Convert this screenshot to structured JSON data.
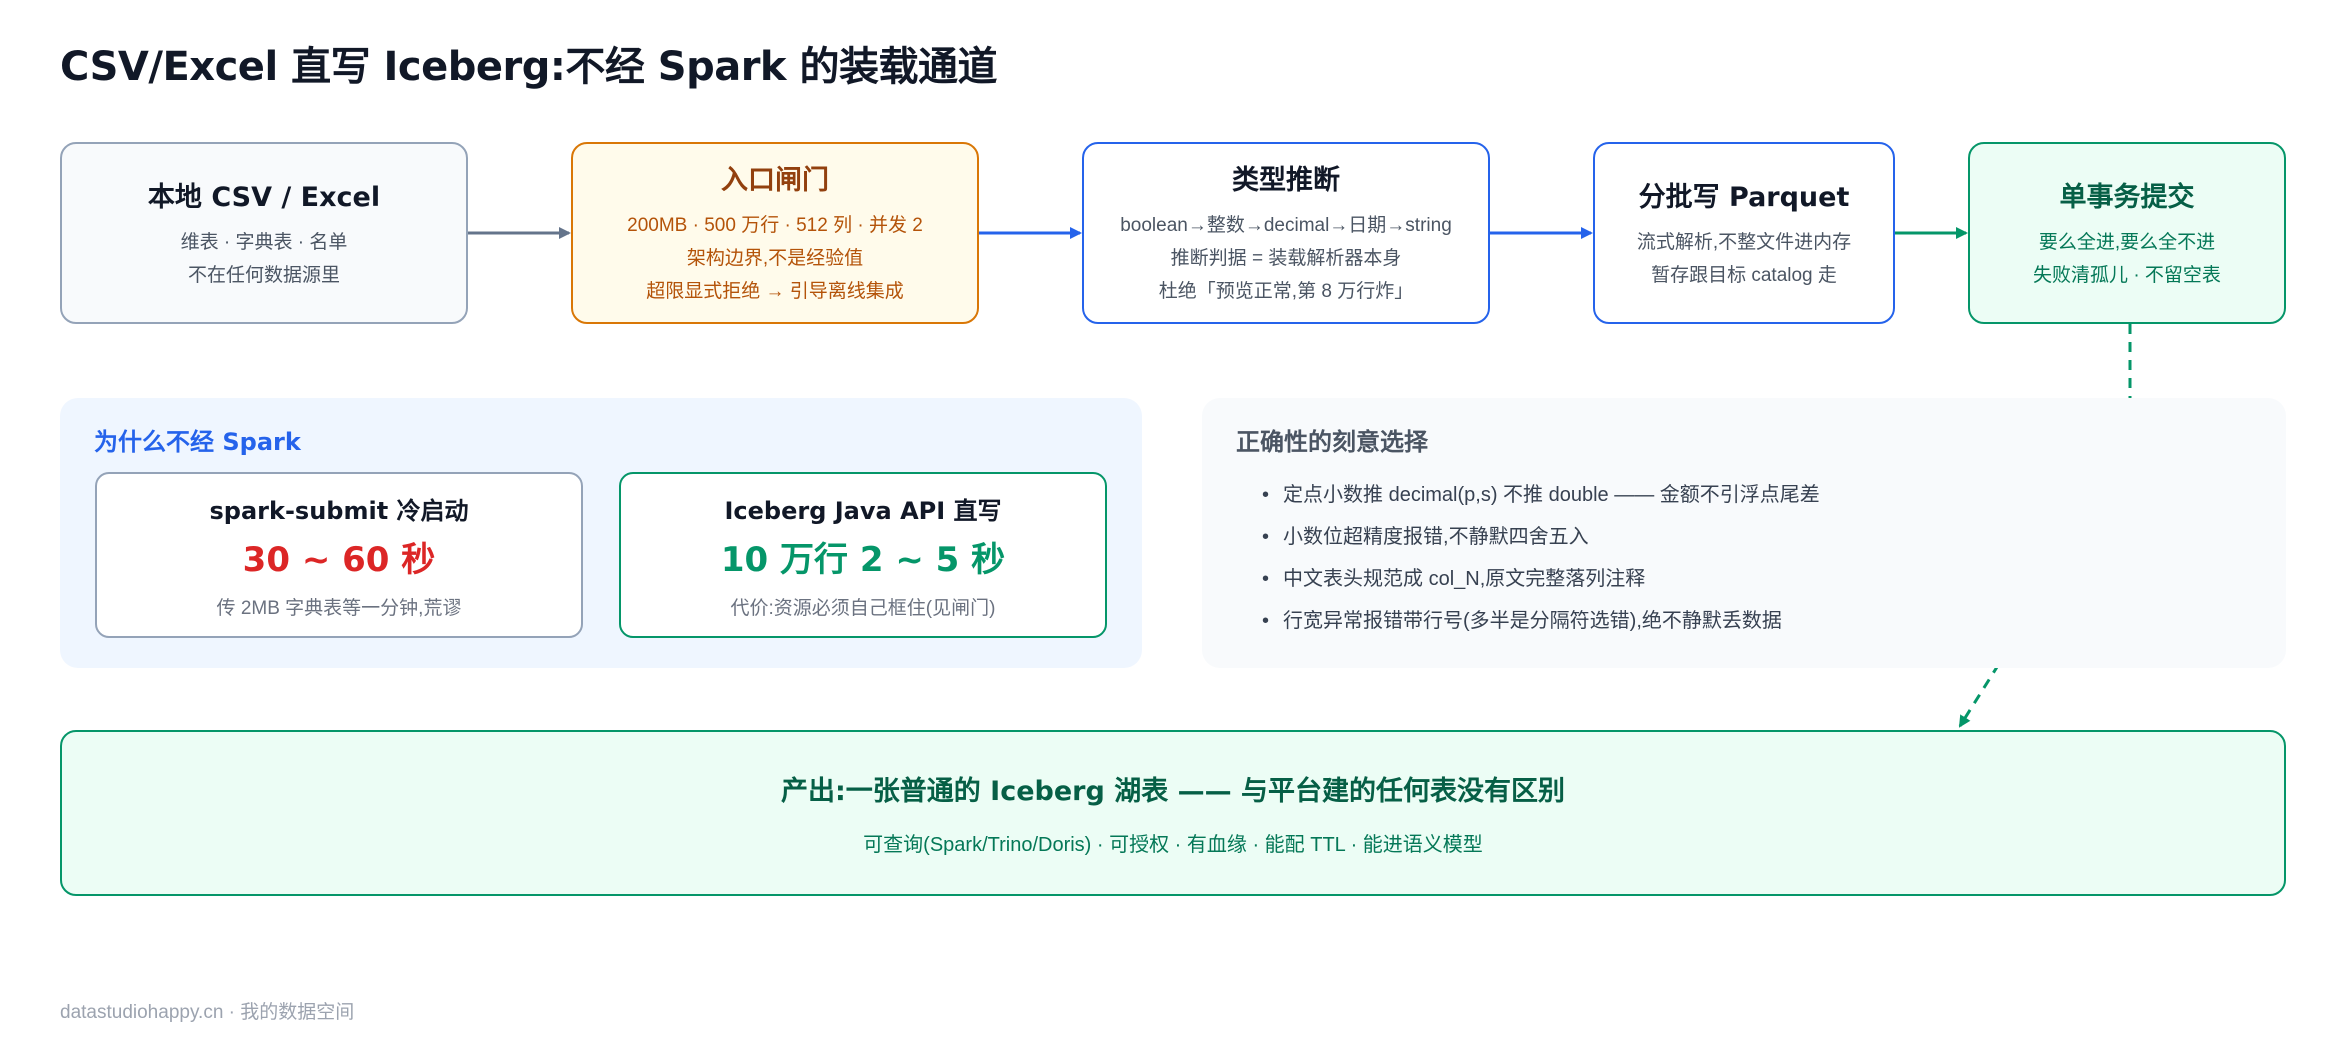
{
  "title": "CSV/Excel 直写 Iceberg:不经 Spark 的装载通道",
  "pipeline": [
    {
      "title": "本地 CSV / Excel",
      "lines": [
        "维表 · 字典表 · 名单",
        "不在任何数据源里"
      ]
    },
    {
      "title": "入口闸门",
      "lines": [
        "200MB · 500 万行 · 512 列 · 并发 2",
        "架构边界,不是经验值",
        "超限显式拒绝 → 引导离线集成"
      ]
    },
    {
      "title": "类型推断",
      "lines": [
        "boolean→整数→decimal→日期→string",
        "推断判据 = 装载解析器本身",
        "杜绝「预览正常,第 8 万行炸」"
      ]
    },
    {
      "title": "分批写 Parquet",
      "lines": [
        "流式解析,不整文件进内存",
        "暂存跟目标 catalog 走"
      ]
    },
    {
      "title": "单事务提交",
      "lines": [
        "要么全进,要么全不进",
        "失败清孤儿 · 不留空表"
      ]
    }
  ],
  "why": {
    "title": "为什么不经 Spark",
    "cards": [
      {
        "title": "spark-submit 冷启动",
        "big": "30 ~ 60 秒",
        "note": "传 2MB 字典表等一分钟,荒谬"
      },
      {
        "title": "Iceberg Java API 直写",
        "big": "10 万行 2 ~ 5 秒",
        "note": "代价:资源必须自己框住(见闸门)"
      }
    ]
  },
  "correctness": {
    "title": "正确性的刻意选择",
    "items": [
      "定点小数推 decimal(p,s) 不推 double —— 金额不引浮点尾差",
      "小数位超精度报错,不静默四舍五入",
      "中文表头规范成 col_N,原文完整落列注释",
      "行宽异常报错带行号(多半是分隔符选错),绝不静默丢数据"
    ]
  },
  "output": {
    "title": "产出:一张普通的 Iceberg 湖表 —— 与平台建的任何表没有区别",
    "subtitle": "可查询(Spark/Trino/Doris) · 可授权 · 有血缘 · 能配 TTL · 能进语义模型"
  },
  "footer": "datastudiohappy.cn · 我的数据空间",
  "colors": {
    "gray_arrow": "#64748b",
    "blue": "#2563eb",
    "green": "#059669",
    "amber": "#d97706"
  }
}
